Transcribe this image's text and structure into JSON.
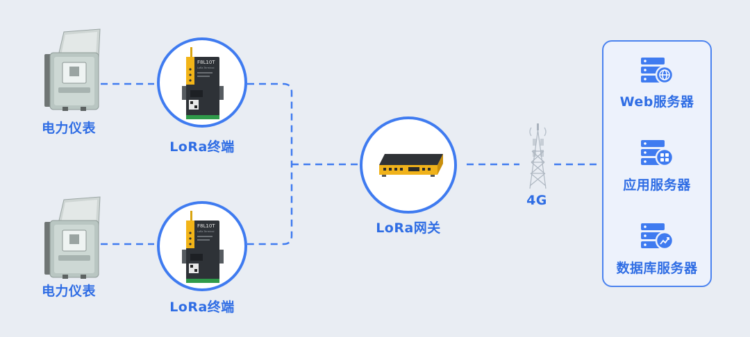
{
  "nodes": {
    "meter_top_label": "电力仪表",
    "meter_bottom_label": "电力仪表",
    "terminal_top_label": "LoRa终端",
    "terminal_bottom_label": "LoRa终端",
    "terminal_model": "F8L10T",
    "terminal_sub": "LoRa Terminal",
    "gateway_label": "LoRa网关",
    "network_label": "4G"
  },
  "servers": [
    {
      "label": "Web服务器",
      "icon": "globe-icon"
    },
    {
      "label": "应用服务器",
      "icon": "app-grid-icon"
    },
    {
      "label": "数据库服务器",
      "icon": "chart-icon"
    }
  ],
  "colors": {
    "accent": "#3f7bf0",
    "label": "#2f6de4",
    "background": "#e9edf3"
  }
}
